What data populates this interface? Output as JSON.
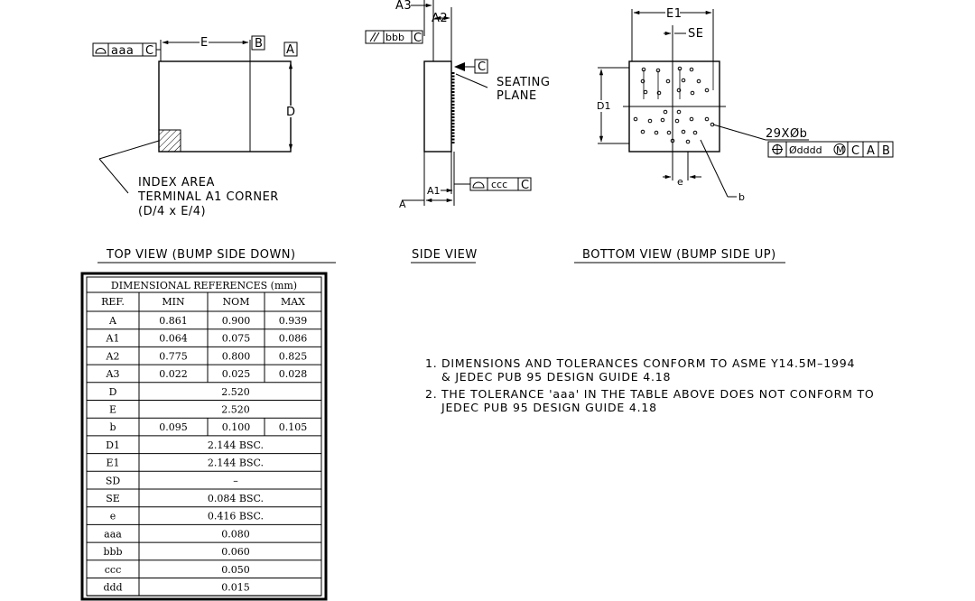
{
  "top_view": {
    "caption": "TOP VIEW (BUMP SIDE DOWN)",
    "dim_e": "E",
    "dim_d": "D",
    "datum_a": "A",
    "datum_b": "B",
    "flatness_tol": "aaa",
    "flatness_datum": "C",
    "index_lines": [
      "INDEX AREA",
      "TERMINAL A1 CORNER",
      "(D/4 x E/4)"
    ]
  },
  "side_view": {
    "caption": "SIDE VIEW",
    "dim_a3": "A3",
    "dim_a2": "A2",
    "dim_a1": "A1",
    "dim_a": "A",
    "parallel_tol": "bbb",
    "parallel_datum": "C",
    "datum_c": "C",
    "seating_lines": [
      "SEATING",
      "PLANE"
    ],
    "flatness_tol": "ccc",
    "flatness_datum": "C"
  },
  "bottom_view": {
    "caption": "BOTTOM VIEW (BUMP SIDE UP)",
    "dim_e1": "E1",
    "dim_se": "SE",
    "dim_d1": "D1",
    "dim_e": "e",
    "dim_b": "b",
    "ball_callout": "29XØb",
    "position_tol": "Ødddd",
    "mmc": "M",
    "datums": [
      "C",
      "A",
      "B"
    ]
  },
  "table": {
    "title": "DIMENSIONAL REFERENCES (mm)",
    "headers": [
      "REF.",
      "MIN",
      "NOM",
      "MAX"
    ],
    "rows": [
      {
        "ref": "A",
        "min": "0.861",
        "nom": "0.900",
        "max": "0.939"
      },
      {
        "ref": "A1",
        "min": "0.064",
        "nom": "0.075",
        "max": "0.086"
      },
      {
        "ref": "A2",
        "min": "0.775",
        "nom": "0.800",
        "max": "0.825"
      },
      {
        "ref": "A3",
        "min": "0.022",
        "nom": "0.025",
        "max": "0.028"
      },
      {
        "ref": "D",
        "span": "2.520"
      },
      {
        "ref": "E",
        "span": "2.520"
      },
      {
        "ref": "b",
        "min": "0.095",
        "nom": "0.100",
        "max": "0.105"
      },
      {
        "ref": "D1",
        "span": "2.144  BSC."
      },
      {
        "ref": "E1",
        "span": "2.144  BSC."
      },
      {
        "ref": "SD",
        "span": "–"
      },
      {
        "ref": "SE",
        "span": "0.084  BSC."
      },
      {
        "ref": "e",
        "span": "0.416  BSC."
      },
      {
        "ref": "aaa",
        "span": "0.080"
      },
      {
        "ref": "bbb",
        "span": "0.060"
      },
      {
        "ref": "ccc",
        "span": "0.050"
      },
      {
        "ref": "ddd",
        "span": "0.015"
      }
    ]
  },
  "notes": [
    {
      "num": "1.",
      "lines": [
        "DIMENSIONS AND TOLERANCES CONFORM TO ASME Y14.5M–1994",
        "& JEDEC PUB 95 DESIGN GUIDE 4.18"
      ]
    },
    {
      "num": "2.",
      "lines": [
        "THE TOLERANCE 'aaa' IN THE TABLE ABOVE DOES NOT CONFORM TO",
        "JEDEC PUB 95 DESIGN GUIDE 4.18"
      ]
    }
  ]
}
